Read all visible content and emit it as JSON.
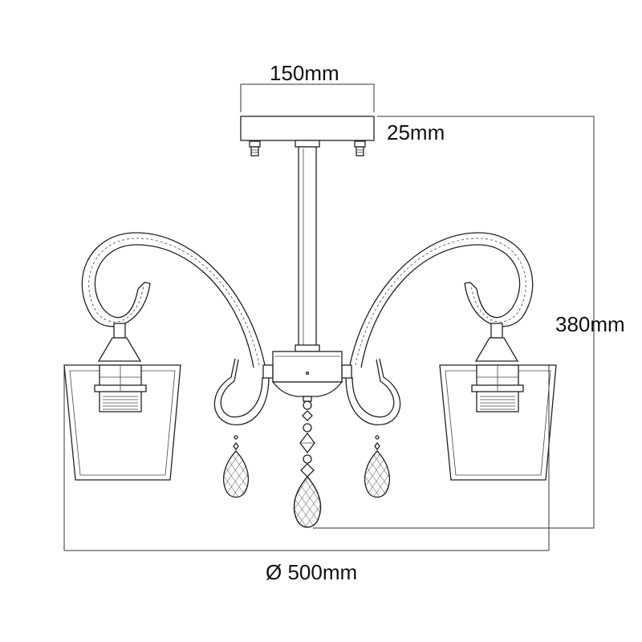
{
  "dimensions": {
    "canopy_width": "150mm",
    "canopy_height": "25mm",
    "total_height": "380mm",
    "diameter": "Ø 500mm"
  }
}
